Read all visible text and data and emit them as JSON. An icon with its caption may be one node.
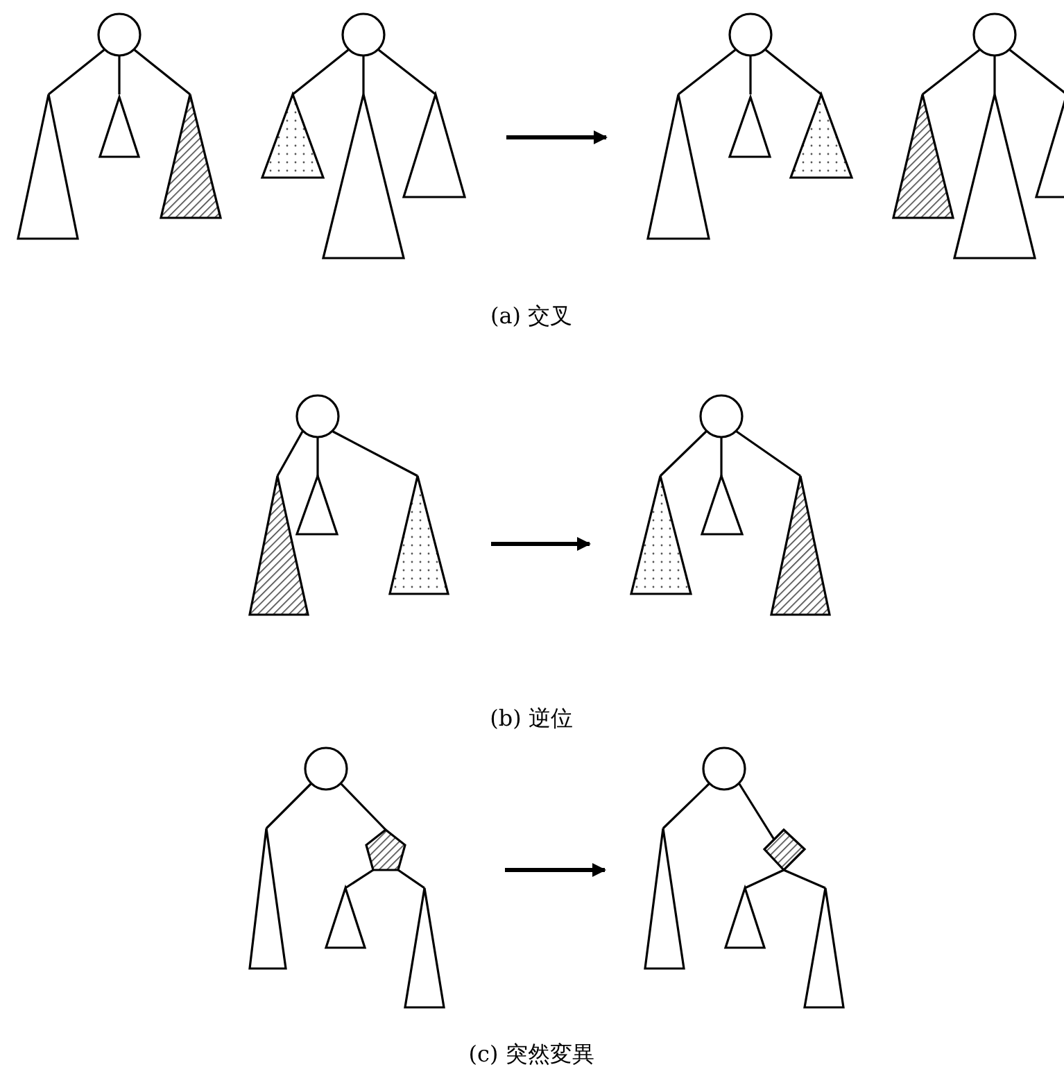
{
  "diagram": {
    "nodes": [
      {
        "text": [],
        "shape": "picture"
      },
      {
        "text": [],
        "shape": "picture"
      },
      {
        "text": [],
        "shape": "picture"
      },
      {
        "text": [],
        "shape": "picture"
      },
      {
        "text": [],
        "shape": "picture"
      },
      {
        "text": [],
        "shape": "picture"
      }
    ],
    "edges": [
      {
        "from": 0,
        "to": 1,
        "arrow": "to"
      },
      {
        "from": 2,
        "to": 3,
        "arrow": "to"
      },
      {
        "from": 4,
        "to": 5,
        "arrow": "to"
      }
    ],
    "labels": [
      "(a) 交叉",
      "(b) 逆位",
      "(c) 突然変異"
    ]
  }
}
